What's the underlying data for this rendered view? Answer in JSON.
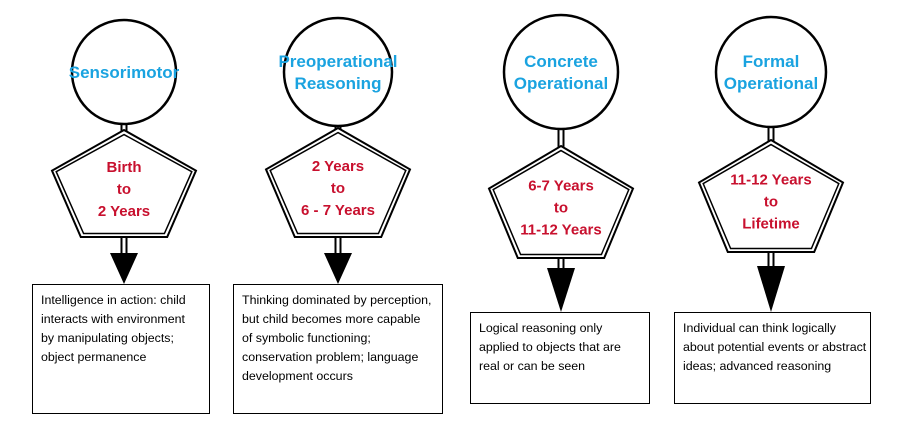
{
  "colors": {
    "title": "#1aa3e0",
    "age": "#c8102e",
    "stroke": "#000000"
  },
  "stages": [
    {
      "title_lines": [
        "Sensorimotor"
      ],
      "age_lines": [
        "Birth",
        "to",
        "2 Years"
      ],
      "desc_lines": [
        "Intelligence in action: child",
        "interacts with environment",
        "by manipulating objects;",
        "object permanence"
      ]
    },
    {
      "title_lines": [
        "Preoperational",
        "Reasoning"
      ],
      "age_lines": [
        "2 Years",
        "to",
        "6 - 7 Years"
      ],
      "desc_lines": [
        "Thinking dominated by perception,",
        "but child becomes more capable",
        "of symbolic functioning;",
        "conservation problem; language",
        "development occurs"
      ]
    },
    {
      "title_lines": [
        "Concrete",
        "Operational"
      ],
      "age_lines": [
        "6-7 Years",
        "to",
        "11-12 Years"
      ],
      "desc_lines": [
        "Logical reasoning only",
        "applied to objects that are",
        "real or can be seen"
      ]
    },
    {
      "title_lines": [
        "Formal",
        "Operational"
      ],
      "age_lines": [
        "11-12 Years",
        "to",
        "Lifetime"
      ],
      "desc_lines": [
        "Individual can think logically",
        "about potential events or abstract",
        "ideas; advanced reasoning"
      ]
    }
  ]
}
